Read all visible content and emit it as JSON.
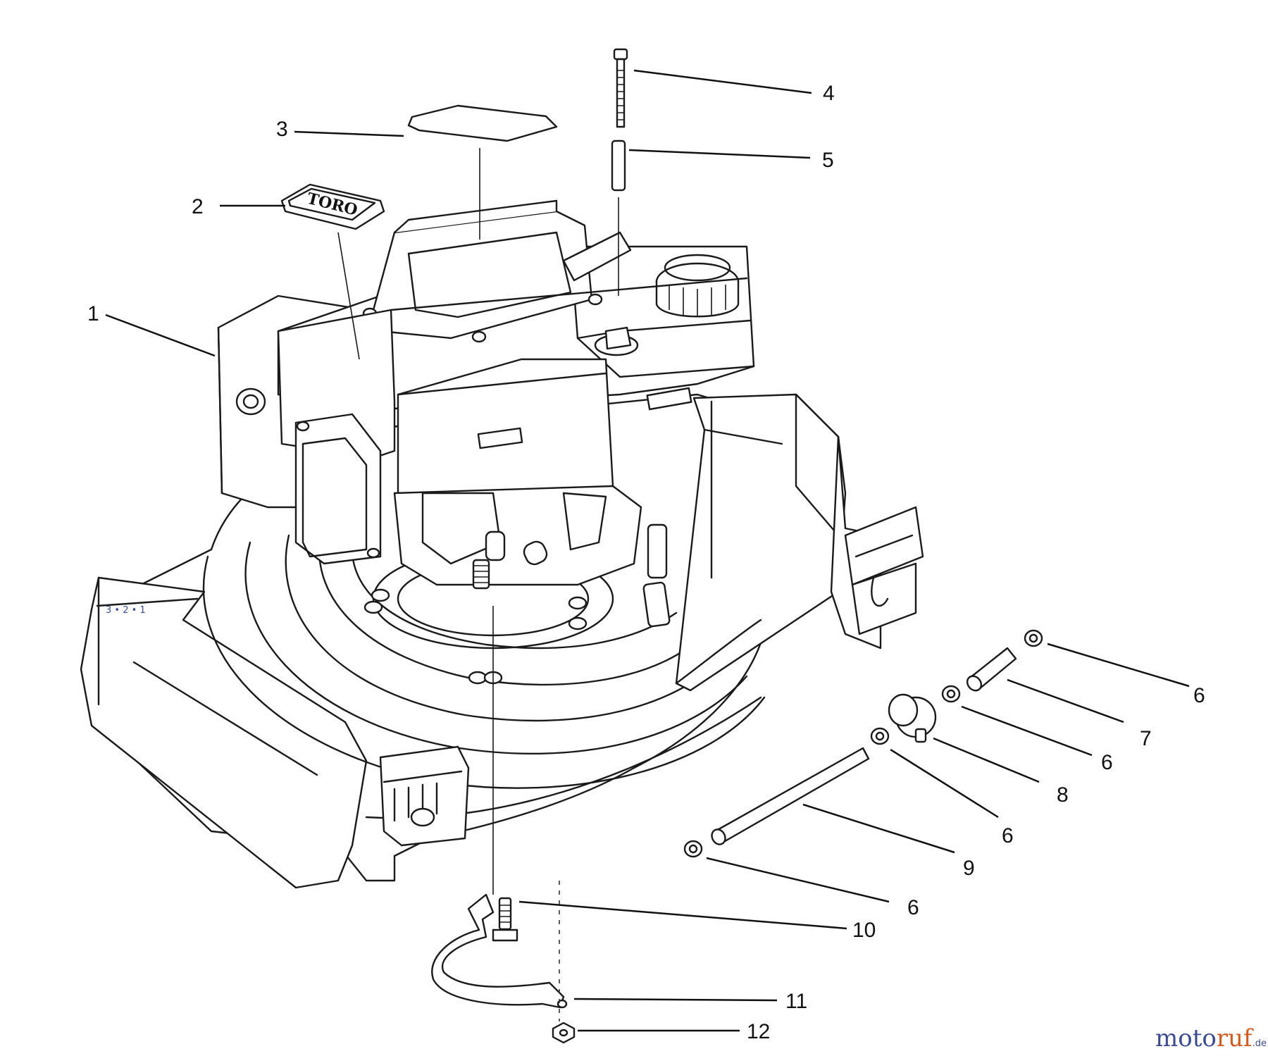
{
  "parts": [
    {
      "id": "1",
      "label": "1"
    },
    {
      "id": "2",
      "label": "2"
    },
    {
      "id": "3",
      "label": "3"
    },
    {
      "id": "4",
      "label": "4"
    },
    {
      "id": "5",
      "label": "5"
    },
    {
      "id": "6a",
      "label": "6"
    },
    {
      "id": "7",
      "label": "7"
    },
    {
      "id": "6b",
      "label": "6"
    },
    {
      "id": "8",
      "label": "8"
    },
    {
      "id": "6c",
      "label": "6"
    },
    {
      "id": "9",
      "label": "9"
    },
    {
      "id": "6d",
      "label": "6"
    },
    {
      "id": "10",
      "label": "10"
    },
    {
      "id": "11",
      "label": "11"
    },
    {
      "id": "12",
      "label": "12"
    }
  ],
  "decal_text": "TORO",
  "watermark": {
    "part1": "moto",
    "part2": "ruf",
    "suffix": ".de"
  },
  "colors": {
    "ink": "#1a1a1a",
    "watermark_blue": "#3a4c8f",
    "watermark_orange": "#d25a1e"
  }
}
